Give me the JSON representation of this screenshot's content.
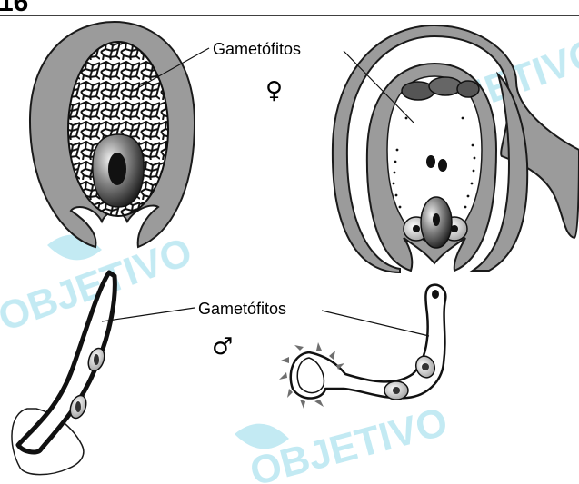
{
  "question_number": "16",
  "labels": {
    "female_gametophytes": "Gametófitos",
    "female_symbol": "♀",
    "male_gametophytes": "Gametófitos",
    "male_symbol": "♂"
  },
  "watermark": {
    "text": "OBJETIVO",
    "color": "#bde8f2"
  },
  "colors": {
    "tissue_gray": "#9b9b9b",
    "outline": "#1a1a1a",
    "nucleus_dark": "#222222",
    "nucleus_light": "#e8e8e8",
    "spike_gray": "#6e6e6e"
  }
}
